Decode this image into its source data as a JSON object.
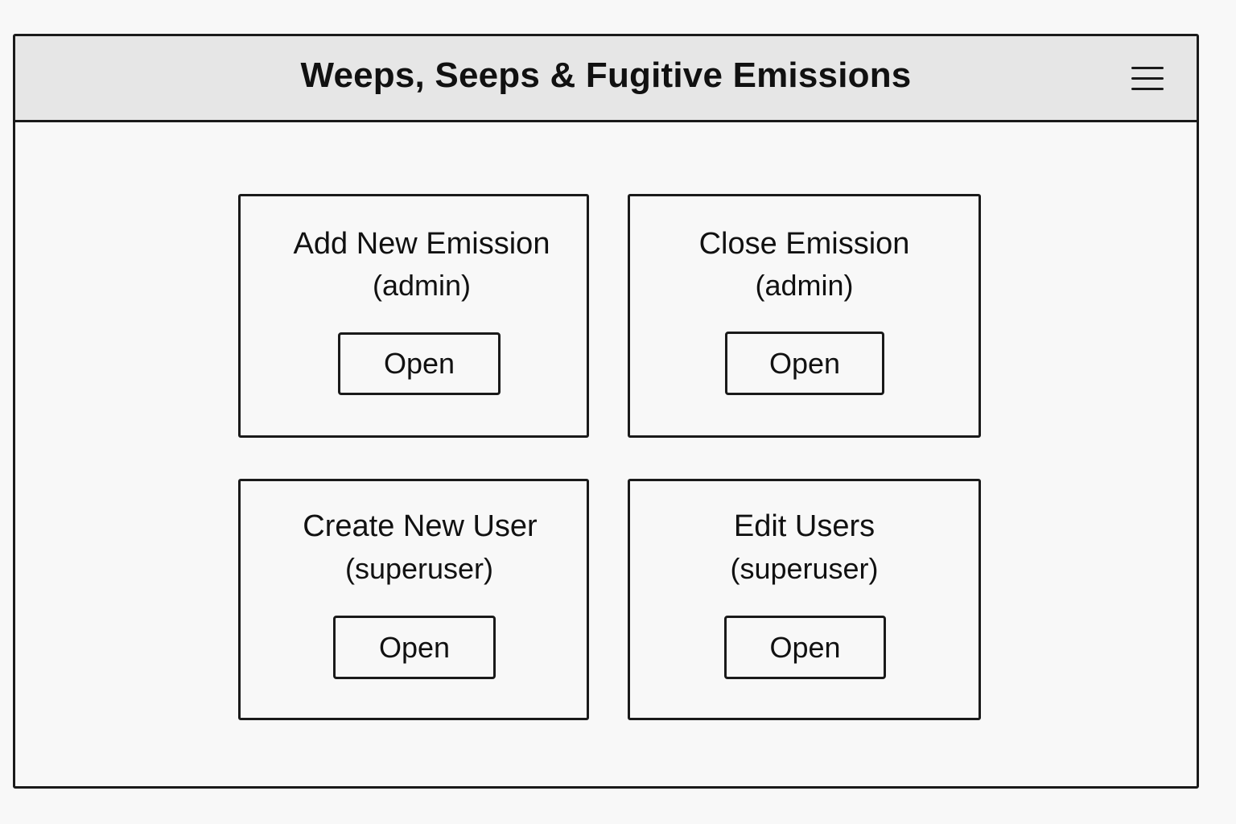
{
  "app": {
    "title": "Weeps, Seeps & Fugitive Emissions",
    "menu_icon": "hamburger-menu-icon"
  },
  "cards": [
    {
      "title": "Add New Emission",
      "role": "(admin)",
      "button_label": "Open"
    },
    {
      "title": "Close Emission",
      "role": "(admin)",
      "button_label": "Open"
    },
    {
      "title": "Create New User",
      "role": "(superuser)",
      "button_label": "Open"
    },
    {
      "title": "Edit Users",
      "role": "(superuser)",
      "button_label": "Open"
    }
  ]
}
